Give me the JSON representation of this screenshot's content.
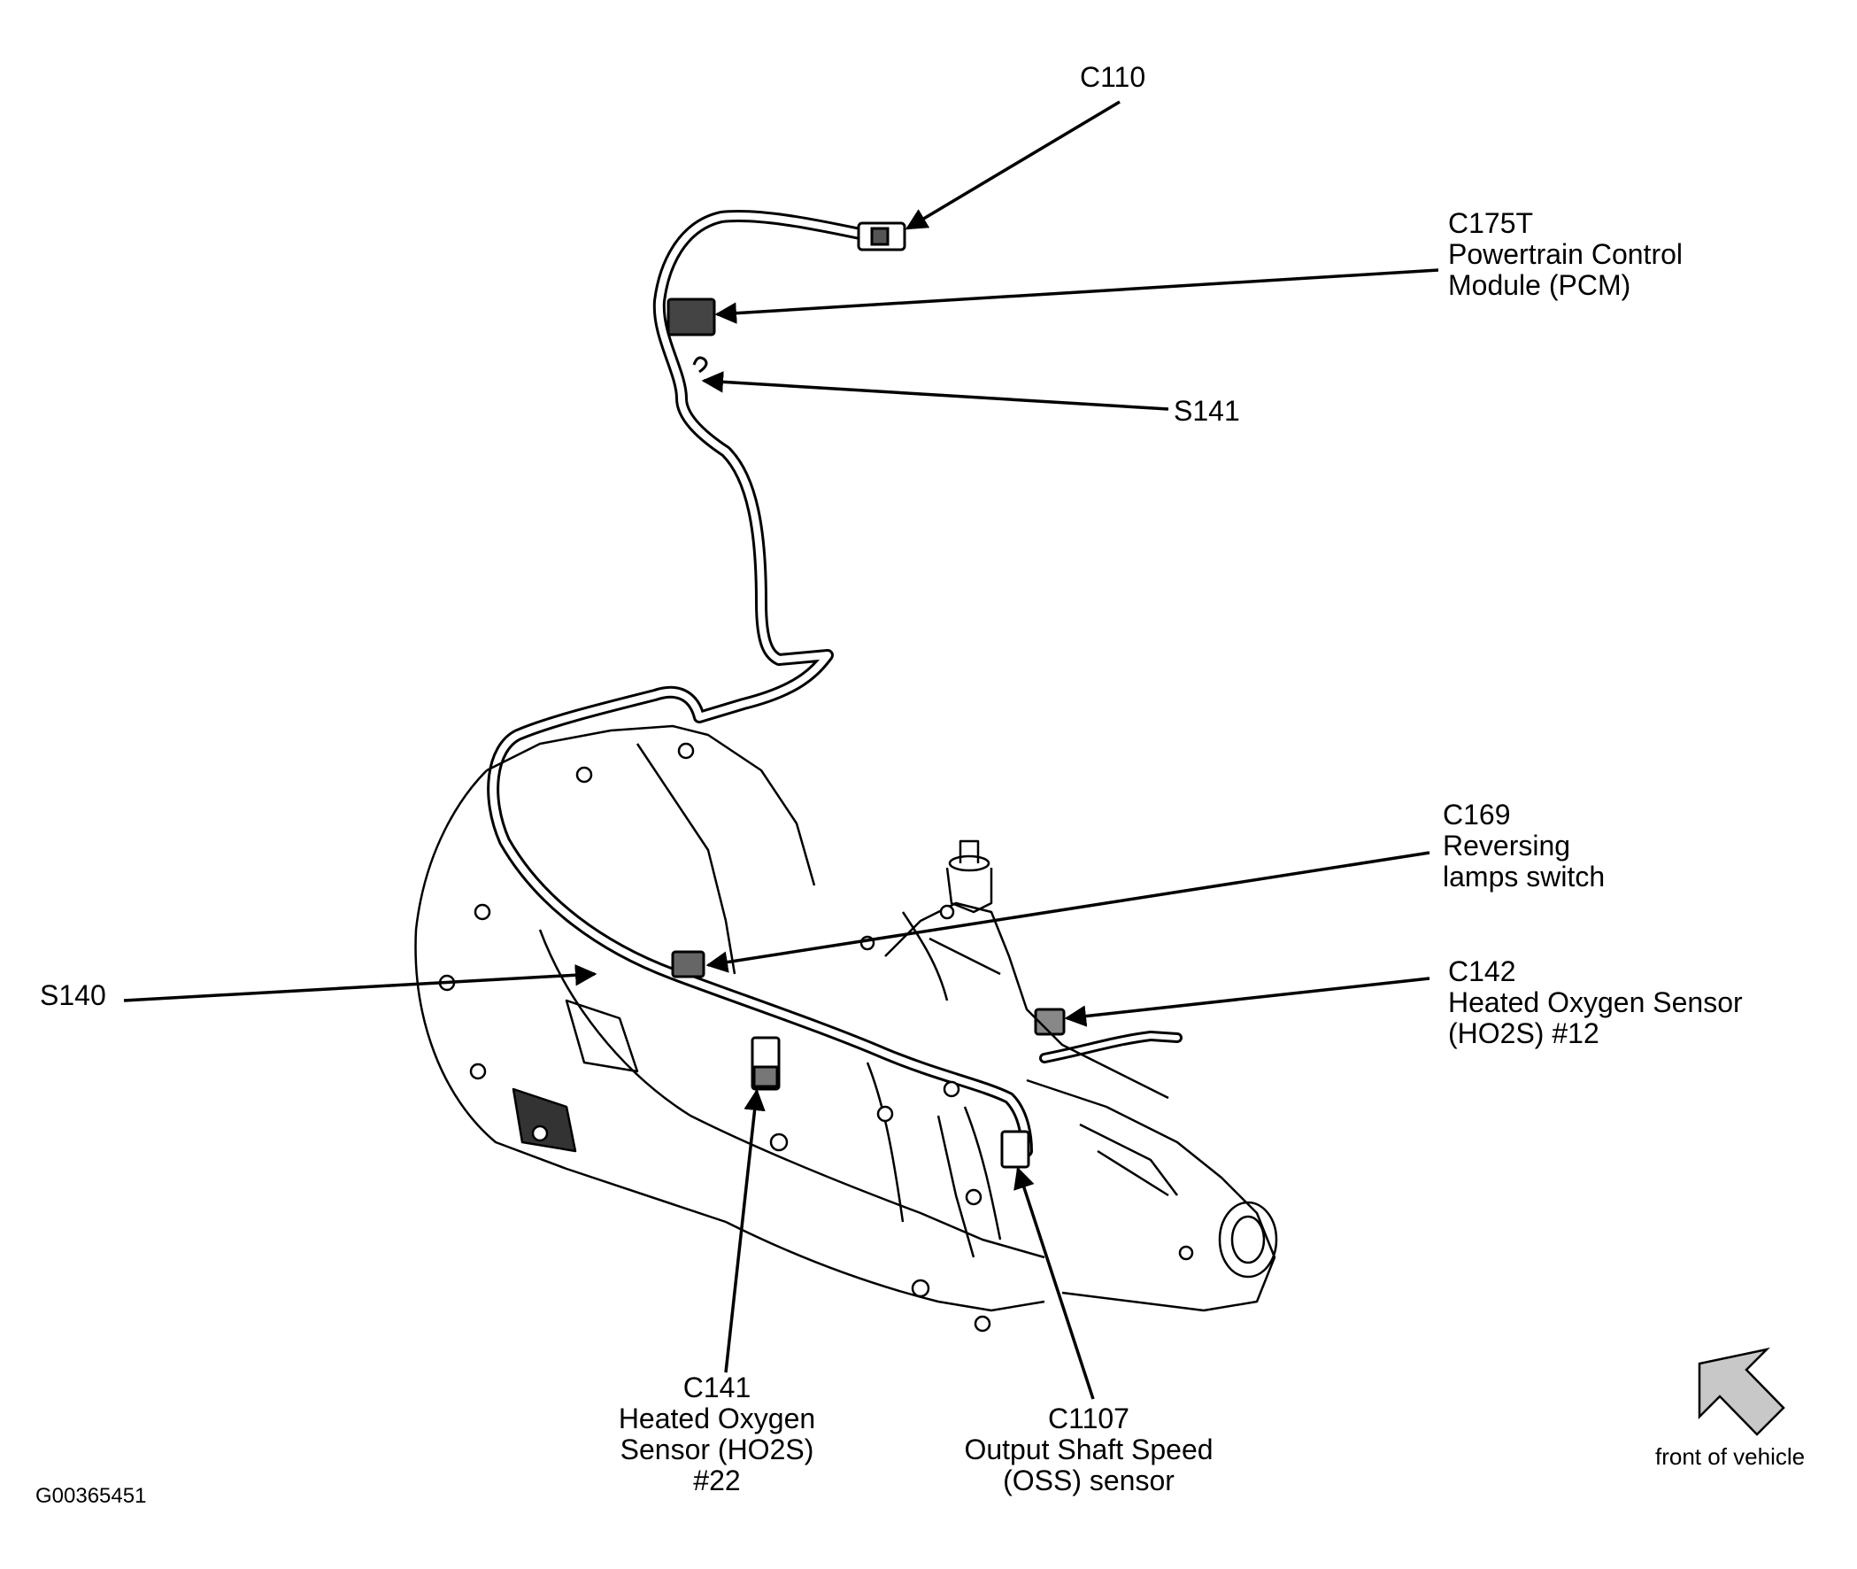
{
  "figure_id": "G00365451",
  "front_indicator": "front of vehicle",
  "callouts": {
    "c110": {
      "code": "C110"
    },
    "c175t": {
      "code": "C175T",
      "desc": [
        "Powertrain Control",
        "Module (PCM)"
      ]
    },
    "s141": {
      "code": "S141"
    },
    "c169": {
      "code": "C169",
      "desc": [
        "Reversing",
        "lamps switch"
      ]
    },
    "s140": {
      "code": "S140"
    },
    "c142": {
      "code": "C142",
      "desc": [
        "Heated Oxygen Sensor",
        "(HO2S) #12"
      ]
    },
    "c141": {
      "code": "C141",
      "desc": [
        "Heated Oxygen",
        "Sensor (HO2S)",
        "#22"
      ]
    },
    "c1107": {
      "code": "C1107",
      "desc": [
        "Output Shaft Speed",
        "(OSS) sensor"
      ]
    }
  },
  "colors": {
    "line": "#000000",
    "arrow_fill": "#c8c8c8"
  }
}
